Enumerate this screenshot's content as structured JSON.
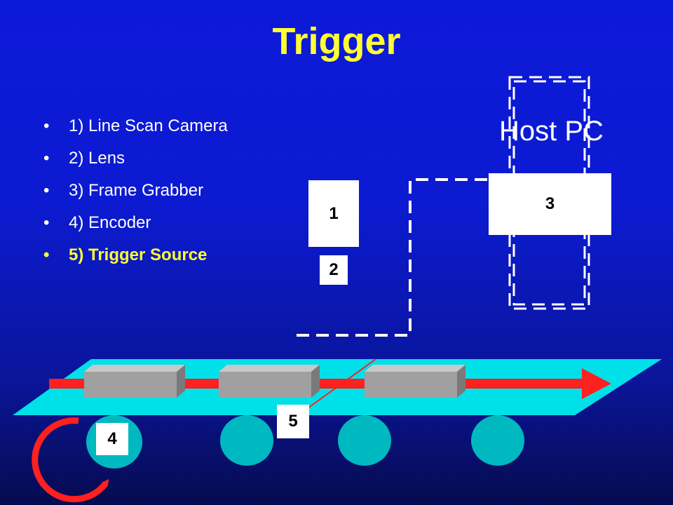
{
  "slide": {
    "title": "Trigger",
    "bullets": [
      {
        "text": "1) Line Scan Camera",
        "highlight": false
      },
      {
        "text": "2) Lens",
        "highlight": false
      },
      {
        "text": "3) Frame Grabber",
        "highlight": false
      },
      {
        "text": "4) Encoder",
        "highlight": false
      },
      {
        "text": "5) Trigger Source",
        "highlight": true
      }
    ],
    "bullet_char": "•"
  },
  "diagram": {
    "host_label": "Host PC",
    "camera_label": "1",
    "lens_label": "2",
    "grabber_label": "3",
    "encoder_label": "4",
    "trigger_label": "5"
  },
  "colors": {
    "title": "#ffff33",
    "highlight": "#ffff33",
    "belt": "#00e0e8",
    "arrow": "#ff2020",
    "roller": "#00b8c0",
    "product": "#a0a0a0"
  }
}
